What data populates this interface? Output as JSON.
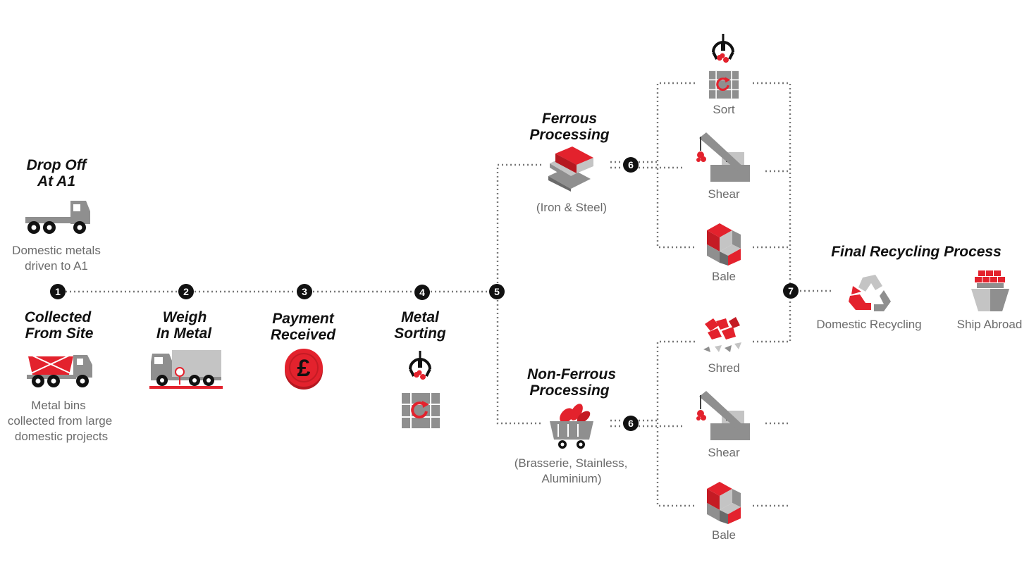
{
  "steps": {
    "drop_off": {
      "title1": "Drop Off",
      "title2": "At A1",
      "caption1": "Domestic metals",
      "caption2": "driven to A1"
    },
    "collected": {
      "number": "1",
      "title1": "Collected",
      "title2": "From Site",
      "caption1": "Metal bins",
      "caption2": "collected from large",
      "caption3": "domestic projects"
    },
    "weigh": {
      "number": "2",
      "title1": "Weigh",
      "title2": "In Metal"
    },
    "payment": {
      "number": "3",
      "title1": "Payment",
      "title2": "Received",
      "symbol": "£"
    },
    "sorting": {
      "number": "4",
      "title1": "Metal",
      "title2": "Sorting"
    },
    "split": {
      "number": "5"
    },
    "ferrous": {
      "title1": "Ferrous",
      "title2": "Processing",
      "caption": "(Iron & Steel)",
      "number": "6"
    },
    "non_ferrous": {
      "title1": "Non-Ferrous",
      "title2": "Processing",
      "caption1": "(Brasserie, Stainless,",
      "caption2": "Aluminium)",
      "number": "6"
    },
    "ferrous_options": {
      "sort": "Sort",
      "shear": "Shear",
      "bale": "Bale"
    },
    "non_ferrous_options": {
      "shred": "Shred",
      "shear": "Shear",
      "bale": "Bale"
    },
    "final": {
      "number": "7",
      "title": "Final Recycling Process",
      "domestic": "Domestic Recycling",
      "abroad": "Ship Abroad"
    }
  },
  "icons": [
    "tow-truck-icon",
    "skip-truck-icon",
    "weighbridge-truck-icon",
    "pound-coin-icon",
    "sorting-grabber-icon",
    "steel-blocks-icon",
    "scrap-cart-icon",
    "grabber-crate-icon",
    "crane-shear-icon",
    "cube-bale-icon",
    "shredded-scrap-icon",
    "recycle-icon",
    "cargo-ship-icon"
  ],
  "colors": {
    "accent": "#e3222d",
    "icon_grey": "#8f8f8f",
    "text": "#111111",
    "caption": "#6b6b6b"
  }
}
